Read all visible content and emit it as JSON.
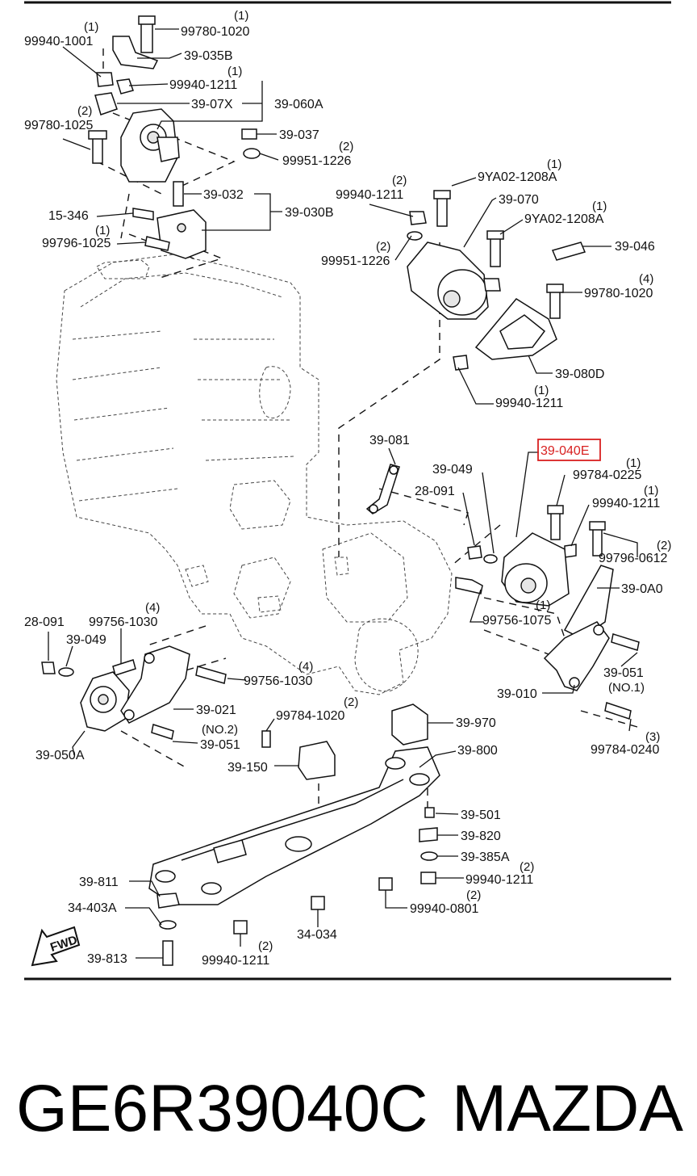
{
  "part_number": "GE6R39040C",
  "brand": "MAZDA",
  "highlight_color": "#d82020",
  "fwd_label": "FWD",
  "callouts": [
    {
      "id": "c01",
      "text": "99940-1001"
    },
    {
      "id": "c02",
      "text": "99780-1020"
    },
    {
      "id": "c03",
      "text": "39-035B"
    },
    {
      "id": "c04",
      "text": "99940-1211"
    },
    {
      "id": "c05",
      "text": "39-07X"
    },
    {
      "id": "c06",
      "text": "39-060A"
    },
    {
      "id": "c07",
      "text": "99780-1025"
    },
    {
      "id": "c08",
      "text": "39-037"
    },
    {
      "id": "c09",
      "text": "99951-1226"
    },
    {
      "id": "c10",
      "text": "39-032"
    },
    {
      "id": "c11",
      "text": "15-346"
    },
    {
      "id": "c12",
      "text": "39-030B"
    },
    {
      "id": "c13",
      "text": "99796-1025"
    },
    {
      "id": "c14",
      "text": "9YA02-1208A"
    },
    {
      "id": "c15",
      "text": "99940-1211"
    },
    {
      "id": "c16",
      "text": "39-070"
    },
    {
      "id": "c17",
      "text": "9YA02-1208A"
    },
    {
      "id": "c18",
      "text": "39-046"
    },
    {
      "id": "c19",
      "text": "99951-1226"
    },
    {
      "id": "c20",
      "text": "99780-1020"
    },
    {
      "id": "c21",
      "text": "39-080D"
    },
    {
      "id": "c22",
      "text": "99940-1211"
    },
    {
      "id": "c23",
      "text": "39-081"
    },
    {
      "id": "c24",
      "text": "39-040E",
      "highlight": true
    },
    {
      "id": "c25",
      "text": "39-049"
    },
    {
      "id": "c26",
      "text": "99784-0225"
    },
    {
      "id": "c27",
      "text": "28-091"
    },
    {
      "id": "c28",
      "text": "99940-1211"
    },
    {
      "id": "c29",
      "text": "99796-0612"
    },
    {
      "id": "c30",
      "text": "39-0A0"
    },
    {
      "id": "c31",
      "text": "99756-1075"
    },
    {
      "id": "c32",
      "text": "28-091"
    },
    {
      "id": "c33",
      "text": "99756-1030"
    },
    {
      "id": "c34",
      "text": "39-049"
    },
    {
      "id": "c35",
      "text": "99756-1030"
    },
    {
      "id": "c36",
      "text": "39-051"
    },
    {
      "id": "c37",
      "text": "(NO.1)"
    },
    {
      "id": "c38",
      "text": "39-010"
    },
    {
      "id": "c39",
      "text": "39-021"
    },
    {
      "id": "c40",
      "text": "99784-1020"
    },
    {
      "id": "c41",
      "text": "39-970"
    },
    {
      "id": "c42",
      "text": "(NO.2)"
    },
    {
      "id": "c43",
      "text": "39-051"
    },
    {
      "id": "c44",
      "text": "39-050A"
    },
    {
      "id": "c45",
      "text": "39-800"
    },
    {
      "id": "c46",
      "text": "99784-0240"
    },
    {
      "id": "c47",
      "text": "39-150"
    },
    {
      "id": "c48",
      "text": "39-501"
    },
    {
      "id": "c49",
      "text": "39-820"
    },
    {
      "id": "c50",
      "text": "39-385A"
    },
    {
      "id": "c51",
      "text": "99940-1211"
    },
    {
      "id": "c52",
      "text": "39-811"
    },
    {
      "id": "c53",
      "text": "99940-0801"
    },
    {
      "id": "c54",
      "text": "34-403A"
    },
    {
      "id": "c55",
      "text": "34-034"
    },
    {
      "id": "c56",
      "text": "39-813"
    },
    {
      "id": "c57",
      "text": "99940-1211"
    }
  ],
  "quantities": [
    {
      "id": "q01",
      "text": "(1)"
    },
    {
      "id": "q02",
      "text": "(1)"
    },
    {
      "id": "q03",
      "text": "(1)"
    },
    {
      "id": "q04",
      "text": "(2)"
    },
    {
      "id": "q05",
      "text": "(2)"
    },
    {
      "id": "q06",
      "text": "(1)"
    },
    {
      "id": "q07",
      "text": "(2)"
    },
    {
      "id": "q08",
      "text": "(1)"
    },
    {
      "id": "q09",
      "text": "(1)"
    },
    {
      "id": "q10",
      "text": "(2)"
    },
    {
      "id": "q11",
      "text": "(4)"
    },
    {
      "id": "q12",
      "text": "(1)"
    },
    {
      "id": "q13",
      "text": "(1)"
    },
    {
      "id": "q14",
      "text": "(1)"
    },
    {
      "id": "q15",
      "text": "(2)"
    },
    {
      "id": "q16",
      "text": "(1)"
    },
    {
      "id": "q17",
      "text": "(4)"
    },
    {
      "id": "q18",
      "text": "(4)"
    },
    {
      "id": "q19",
      "text": "(2)"
    },
    {
      "id": "q20",
      "text": "(3)"
    },
    {
      "id": "q21",
      "text": "(2)"
    },
    {
      "id": "q22",
      "text": "(2)"
    },
    {
      "id": "q23",
      "text": "(2)"
    }
  ]
}
